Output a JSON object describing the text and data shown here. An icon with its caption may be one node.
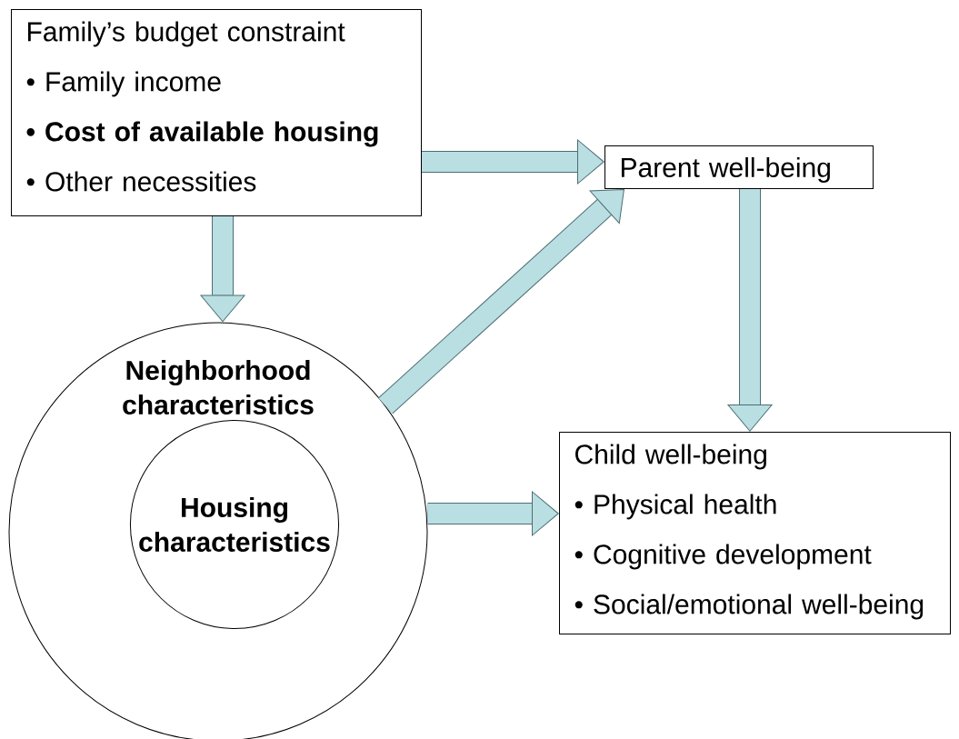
{
  "diagram": {
    "nodes": [
      {
        "text": [
          "Family’s budget constraint",
          "• Family income",
          "**• Cost of available housing**",
          "• Other necessities"
        ]
      },
      {
        "text": [
          "Parent well-being"
        ]
      },
      {
        "text": [
          "Neighborhood characteristics"
        ]
      },
      {
        "text": [
          "Housing characteristics"
        ],
        "in": 2
      },
      {
        "text": [
          "Child well-being",
          "• Physical health",
          "• Cognitive development",
          "• Social/emotional well-being"
        ]
      }
    ],
    "edges": [
      {
        "from": 0,
        "to": 1,
        "arrow": "to"
      },
      {
        "from": 0,
        "to": 2,
        "arrow": "to"
      },
      {
        "from": 2,
        "to": 1,
        "arrow": "to"
      },
      {
        "from": 1,
        "to": 4,
        "arrow": "to"
      },
      {
        "from": 2,
        "to": 4,
        "arrow": "to"
      }
    ]
  }
}
